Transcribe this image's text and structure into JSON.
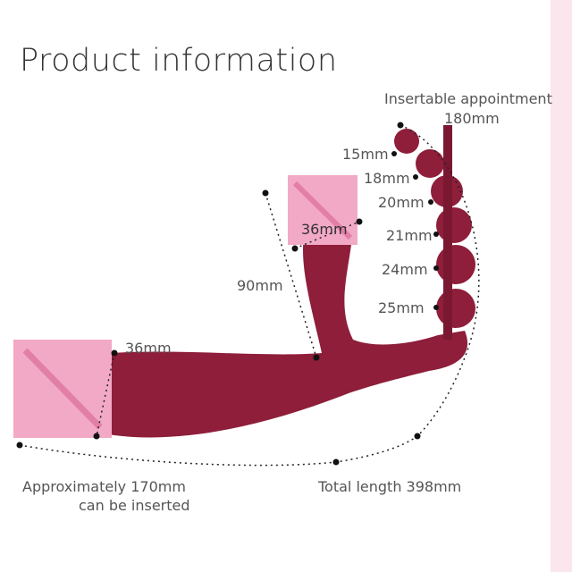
{
  "title": "Product information",
  "labels": {
    "insertable": "Insertable appointment",
    "insertable_len": "180mm",
    "beads": [
      "15mm",
      "18mm",
      "20mm",
      "21mm",
      "24mm",
      "25mm"
    ],
    "short_shaft_length": "90mm",
    "short_shaft_diameter": "36mm",
    "long_shaft_diameter": "36mm",
    "inserted_line1": "Approximately 170mm",
    "inserted_line2": "can be inserted",
    "total_length": "Total length 398mm"
  },
  "colors": {
    "body": "#8e1e3a",
    "censor": "#f2a9c6",
    "strip": "#fae6ec"
  }
}
